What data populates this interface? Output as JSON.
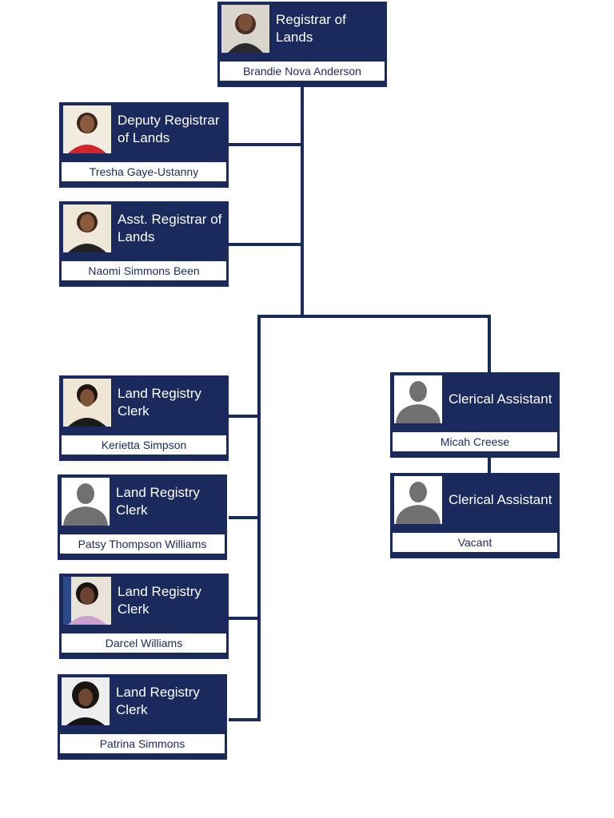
{
  "chart": {
    "head": {
      "role": "Registrar of Lands",
      "name": "Brandie Nova Anderson",
      "photo": "portrait-photo"
    },
    "deputy": {
      "role": "Deputy Registrar of Lands",
      "name": "Tresha Gaye-Ustanny",
      "photo": "portrait-photo"
    },
    "assistant_registrar": {
      "role": "Asst. Registrar of Lands",
      "name": "Naomi Simmons Been",
      "photo": "portrait-photo"
    },
    "clerks": [
      {
        "role": "Land Registry Clerk",
        "name": "Kerietta Simpson",
        "photo": "portrait-photo"
      },
      {
        "role": "Land Registry Clerk",
        "name": "Patsy Thompson Williams",
        "photo": "placeholder-silhouette"
      },
      {
        "role": "Land Registry Clerk",
        "name": "Darcel Williams",
        "photo": "portrait-photo"
      },
      {
        "role": "Land Registry Clerk",
        "name": "Patrina Simmons",
        "photo": "portrait-photo"
      }
    ],
    "clerical": [
      {
        "role": "Clerical Assistant",
        "name": "Micah Creese",
        "photo": "placeholder-silhouette"
      },
      {
        "role": "Clerical Assistant",
        "name": "Vacant",
        "photo": "placeholder-silhouette"
      }
    ]
  },
  "colors": {
    "card_bg": "#1b2a5c",
    "connector": "#1b2a5c",
    "name_bg": "#ffffff"
  }
}
